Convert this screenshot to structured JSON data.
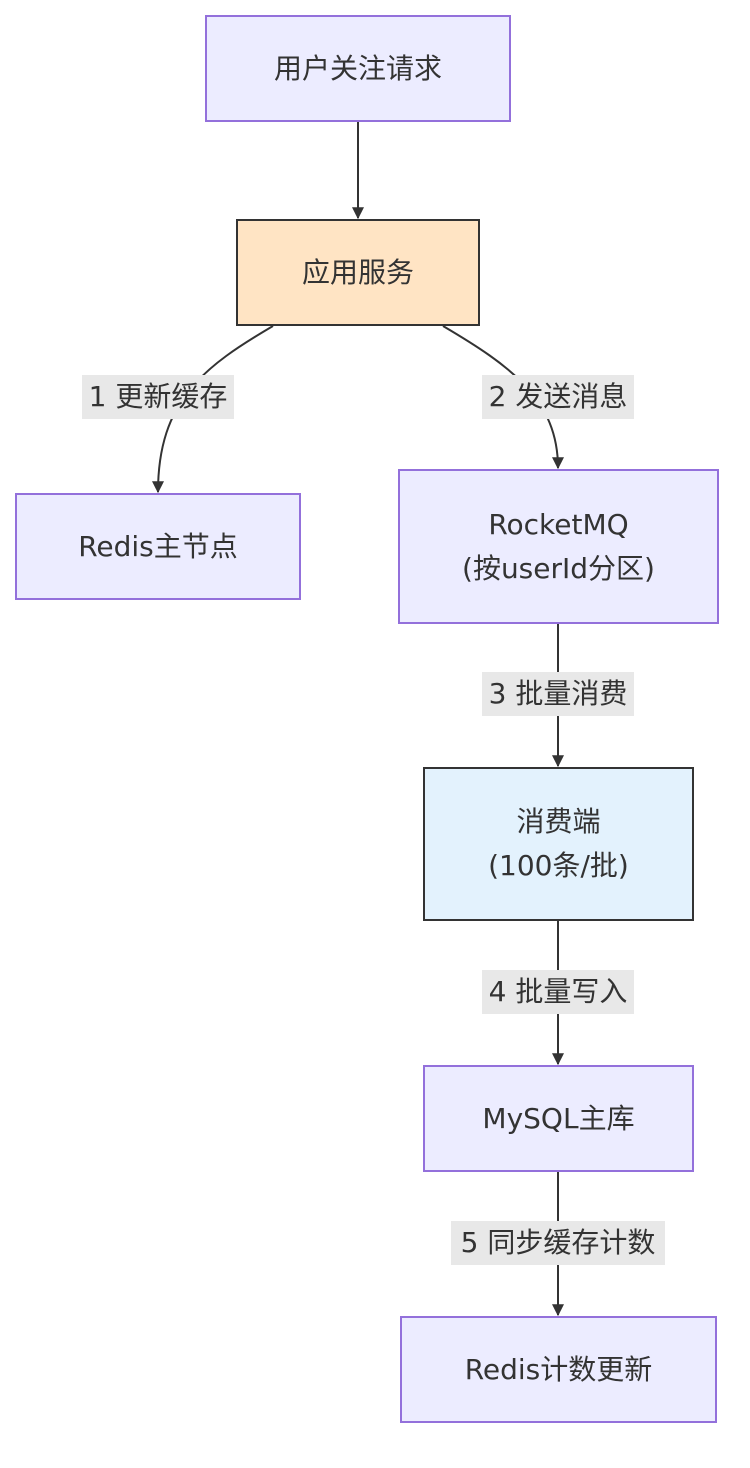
{
  "nodes": {
    "request": {
      "label": "用户关注请求"
    },
    "app": {
      "label": "应用服务"
    },
    "redis_master": {
      "label": "Redis主节点"
    },
    "rocketmq": {
      "line1": "RocketMQ",
      "line2": "(按userId分区)"
    },
    "consumer": {
      "line1": "消费端",
      "line2": "(100条/批)"
    },
    "mysql": {
      "label": "MySQL主库"
    },
    "redis_count": {
      "label": "Redis计数更新"
    }
  },
  "edges": {
    "e1": {
      "label": "1 更新缓存"
    },
    "e2": {
      "label": "2 发送消息"
    },
    "e3": {
      "label": "3 批量消费"
    },
    "e4": {
      "label": "4 批量写入"
    },
    "e5": {
      "label": "5 同步缓存计数"
    }
  },
  "colors": {
    "default_fill": "#ECECFF",
    "default_stroke": "#9370DB",
    "app_fill": "#FFE4C4",
    "consumer_fill": "#E3F2FD",
    "edge": "#333333",
    "edge_label_bg": "#E8E8E8"
  }
}
